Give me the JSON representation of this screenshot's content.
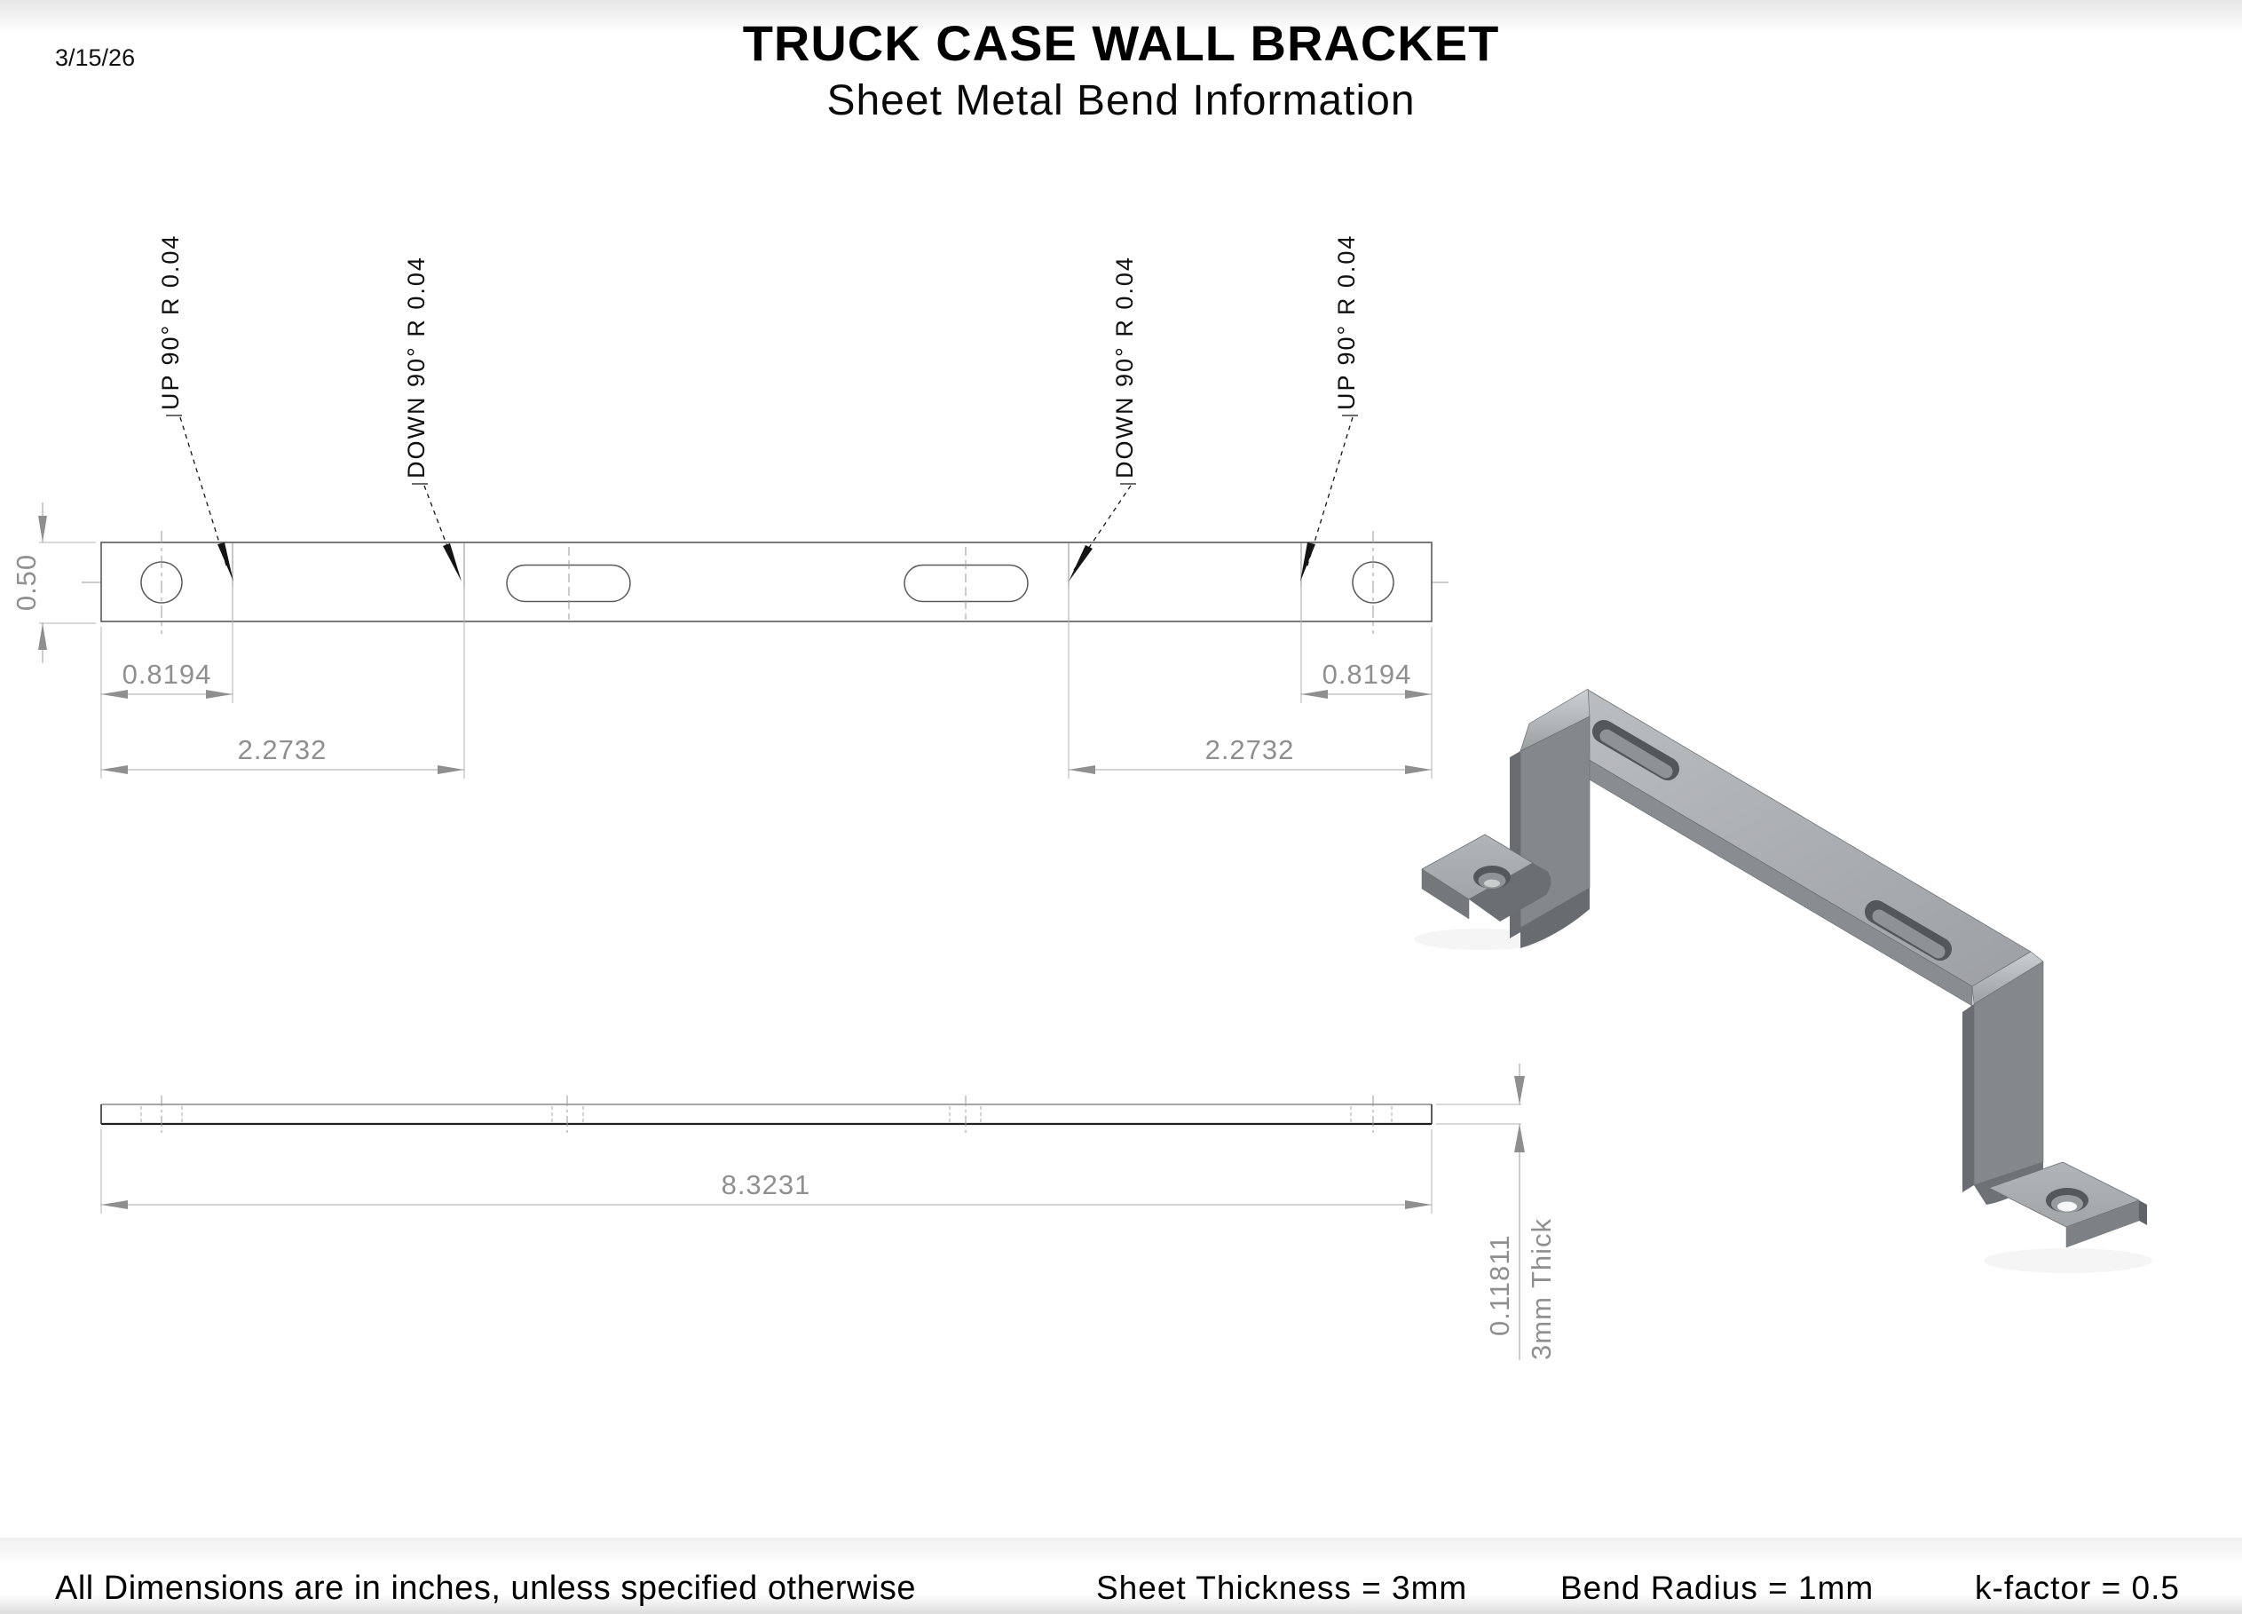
{
  "header": {
    "date": "3/15/26",
    "title": "TRUCK CASE WALL BRACKET",
    "subtitle": "Sheet Metal Bend Information"
  },
  "bend_notes": {
    "up_left": "UP 90°  R 0.04",
    "down_left": "DOWN 90°  R 0.04",
    "down_right": "DOWN 90°  R 0.04",
    "up_right": "UP 90°  R 0.04"
  },
  "dimensions": {
    "flange_width": "0.50",
    "end_to_bend_left": "0.8194",
    "end_to_bend2_left": "2.2732",
    "end_to_bend_right": "0.8194",
    "end_to_bend2_right": "2.2732",
    "flat_length": "8.3231",
    "thickness": "0.11811",
    "thickness_note": "3mm Thick"
  },
  "footer": {
    "units_note": "All Dimensions are in inches, unless specified otherwise",
    "sheet_thickness": "Sheet Thickness = 3mm",
    "bend_radius": "Bend Radius = 1mm",
    "k_factor": "k-factor = 0.5"
  },
  "colors": {
    "part_light": "#b4b7ba",
    "part_mid": "#84888c",
    "part_dark": "#696d71",
    "outline": "#5a5a5a",
    "dim_gray": "#a6a6a6",
    "dim_text": "#8f8f8f",
    "annotation_black": "#141414"
  }
}
